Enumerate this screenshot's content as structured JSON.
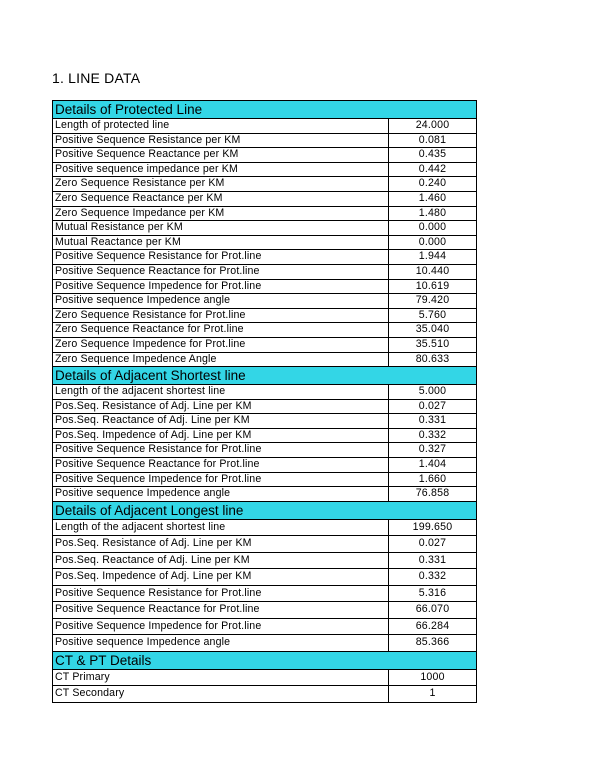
{
  "title": "1. LINE DATA",
  "sections": [
    {
      "header": "Details of Protected Line",
      "rows": [
        {
          "label": "Length of protected line",
          "value": "24.000"
        },
        {
          "label": "Positive Sequence Resistance per KM",
          "value": "0.081"
        },
        {
          "label": "Positive Sequence Reactance per KM",
          "value": "0.435"
        },
        {
          "label": "Positive sequence impedance per KM",
          "value": "0.442"
        },
        {
          "label": "Zero Sequence Resistance per KM",
          "value": "0.240"
        },
        {
          "label": "Zero Sequence Reactance per KM",
          "value": "1.460"
        },
        {
          "label": "Zero Sequence Impedance per KM",
          "value": "1.480"
        },
        {
          "label": "Mutual Resistance per KM",
          "value": "0.000"
        },
        {
          "label": "Mutual Reactance per KM",
          "value": "0.000"
        },
        {
          "label": "Positive Sequence Resistance for Prot.line",
          "value": "1.944"
        },
        {
          "label": "Positive Sequence Reactance for Prot.line",
          "value": "10.440"
        },
        {
          "label": "Positive Sequence Impedence for Prot.line",
          "value": "10.619"
        },
        {
          "label": "Positive sequence Impedence angle",
          "value": "79.420"
        },
        {
          "label": "Zero Sequence Resistance for Prot.line",
          "value": "5.760"
        },
        {
          "label": "Zero Sequence Reactance for Prot.line",
          "value": "35.040"
        },
        {
          "label": "Zero Sequence Impedence for Prot.line",
          "value": "35.510"
        },
        {
          "label": "Zero Sequence Impedence Angle",
          "value": "80.633"
        }
      ]
    },
    {
      "header": "Details of Adjacent Shortest line",
      "rows": [
        {
          "label": "Length of the adjacent shortest line",
          "value": "5.000"
        },
        {
          "label": "Pos.Seq. Resistance of Adj. Line per KM",
          "value": "0.027"
        },
        {
          "label": "Pos.Seq. Reactance of Adj. Line per KM",
          "value": "0.331"
        },
        {
          "label": "Pos.Seq. Impedence of Adj. Line per KM",
          "value": "0.332"
        },
        {
          "label": "Positive Sequence Resistance for Prot.line",
          "value": "0.327"
        },
        {
          "label": "Positive Sequence Reactance for Prot.line",
          "value": "1.404"
        },
        {
          "label": "Positive Sequence Impedence for Prot.line",
          "value": "1.660"
        },
        {
          "label": "Positive sequence Impedence angle",
          "value": "76.858"
        }
      ]
    },
    {
      "header": "Details of Adjacent Longest line",
      "rows": [
        {
          "label": "Length of the adjacent shortest line",
          "value": "199.650"
        },
        {
          "label": "Pos.Seq. Resistance of Adj. Line per KM",
          "value": "0.027"
        },
        {
          "label": "Pos.Seq. Reactance of Adj. Line per KM",
          "value": "0.331"
        },
        {
          "label": "Pos.Seq. Impedence of Adj. Line per KM",
          "value": "0.332"
        },
        {
          "label": "Positive Sequence Resistance for Prot.line",
          "value": "5.316"
        },
        {
          "label": "Positive Sequence Reactance for Prot.line",
          "value": "66.070"
        },
        {
          "label": "Positive Sequence Impedence for Prot.line",
          "value": "66.284"
        },
        {
          "label": "Positive sequence Impedence angle",
          "value": "85.366"
        }
      ]
    },
    {
      "header": "CT & PT Details",
      "rows": [
        {
          "label": "CT Primary",
          "value": "1000"
        },
        {
          "label": "CT Secondary",
          "value": "1"
        }
      ]
    }
  ],
  "colors": {
    "section_header_bg": "#33d6e6"
  }
}
